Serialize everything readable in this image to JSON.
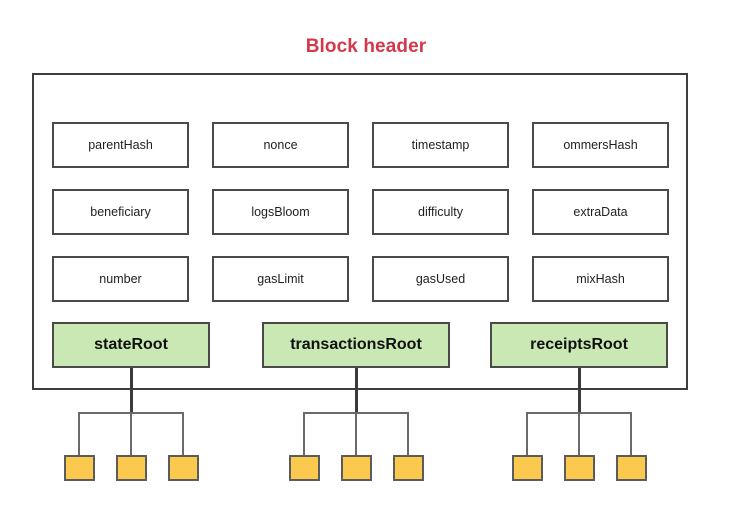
{
  "diagram": {
    "title": "Block header",
    "title_color": "#d4394b",
    "container_border_color": "#3d3d3d",
    "field_box_fill": "#ffffff",
    "root_box_fill": "#c9e8b4",
    "leaf_box_fill": "#fac94d",
    "connector_color": "#3a3a3a"
  },
  "fields": [
    {
      "label": "parentHash",
      "row": 0,
      "col": 0
    },
    {
      "label": "nonce",
      "row": 0,
      "col": 1
    },
    {
      "label": "timestamp",
      "row": 0,
      "col": 2
    },
    {
      "label": "ommersHash",
      "row": 0,
      "col": 3
    },
    {
      "label": "beneficiary",
      "row": 1,
      "col": 0
    },
    {
      "label": "logsBloom",
      "row": 1,
      "col": 1
    },
    {
      "label": "difficulty",
      "row": 1,
      "col": 2
    },
    {
      "label": "extraData",
      "row": 1,
      "col": 3
    },
    {
      "label": "number",
      "row": 2,
      "col": 0
    },
    {
      "label": "gasLimit",
      "row": 2,
      "col": 1
    },
    {
      "label": "gasUsed",
      "row": 2,
      "col": 2
    },
    {
      "label": "mixHash",
      "row": 2,
      "col": 3
    }
  ],
  "roots": [
    {
      "label": "stateRoot",
      "leaf_count": 3
    },
    {
      "label": "transactionsRoot",
      "leaf_count": 3
    },
    {
      "label": "receiptsRoot",
      "leaf_count": 3
    }
  ]
}
